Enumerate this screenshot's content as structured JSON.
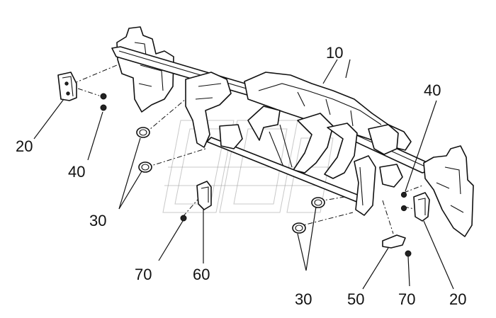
{
  "callouts": {
    "c10": "10",
    "c20_left": "20",
    "c20_right": "20",
    "c30_left": "30",
    "c30_center": "30",
    "c40_left": "40",
    "c40_right": "40",
    "c50": "50",
    "c60": "60",
    "c70_left": "70",
    "c70_right": "70"
  }
}
